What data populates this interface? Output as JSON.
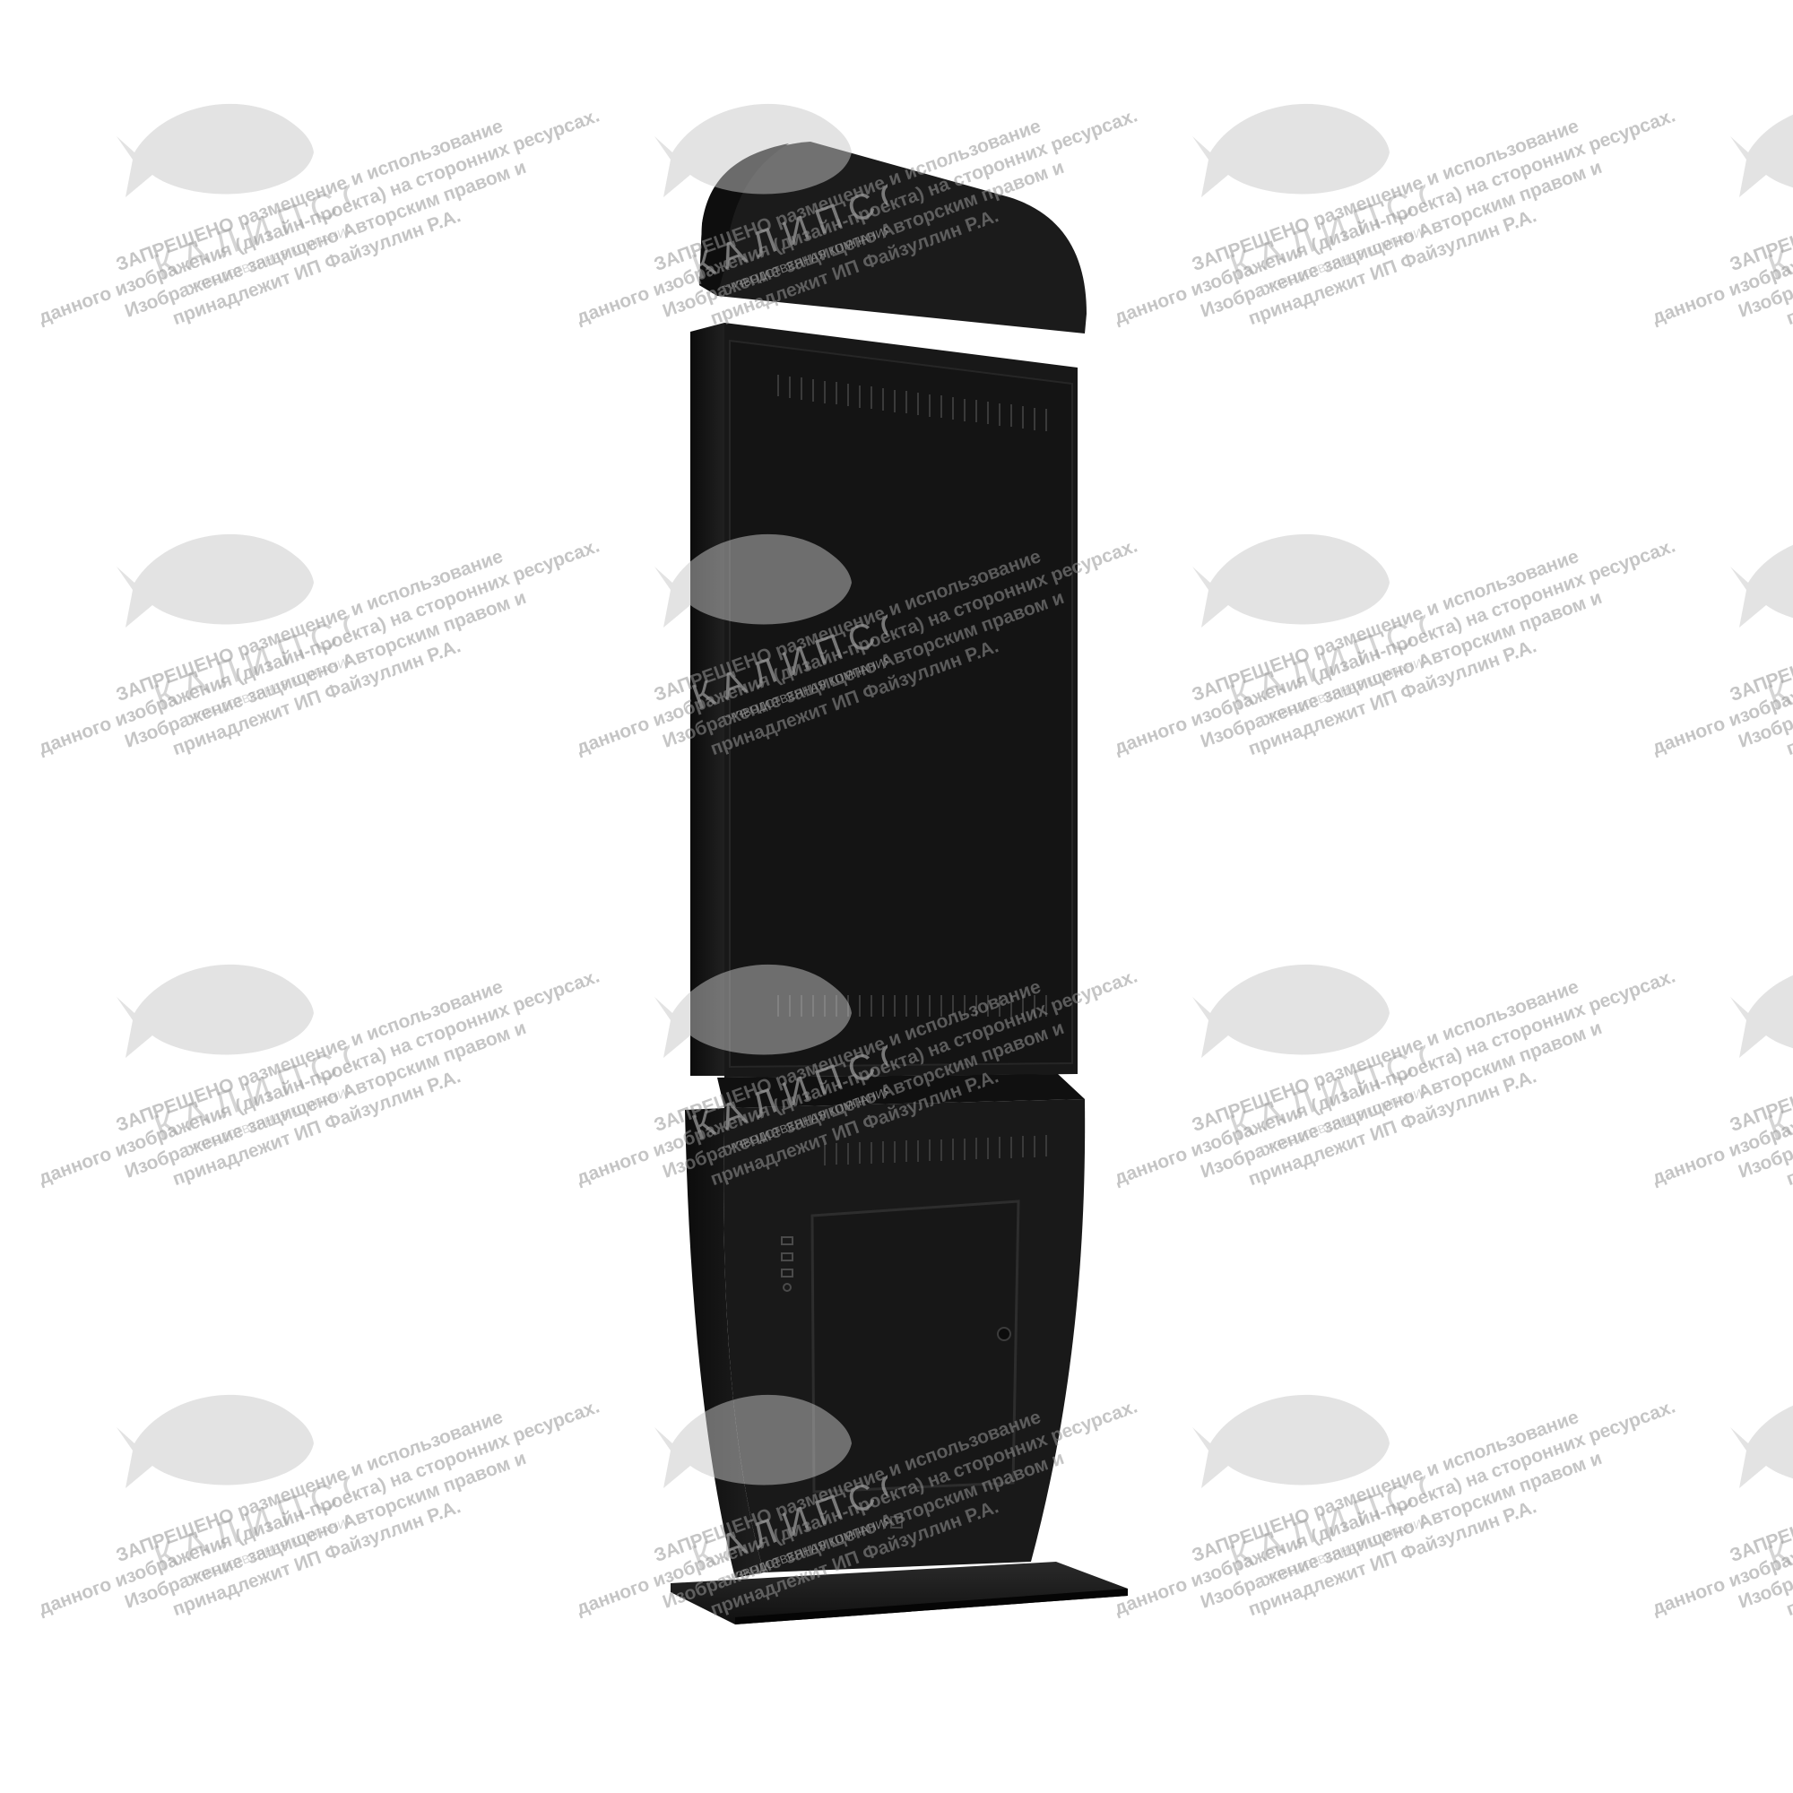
{
  "product": {
    "name": "Kiosk stand",
    "colors": {
      "body": "#1a1a1a",
      "panel": "#161616",
      "edge": "#2b2b2b",
      "vent": "#3a3a3a",
      "background": "#ffffff"
    },
    "icons": [
      "usb-port-icon",
      "power-button-icon",
      "lock-icon",
      "logo-icon"
    ]
  },
  "watermark": {
    "brand": "КАЛИПСО",
    "brand_sub": "ПРОИЗВОДСТВЕННАЯ КОМПАНИЯ",
    "lines": [
      "ЗАПРЕЩЕНО размещение и использование",
      "данного изображения (дизайн-проекта) на сторонних ресурсах.",
      "Изображение защищено Авторским правом и",
      "принадлежит ИП Файзуллин Р.А."
    ]
  }
}
